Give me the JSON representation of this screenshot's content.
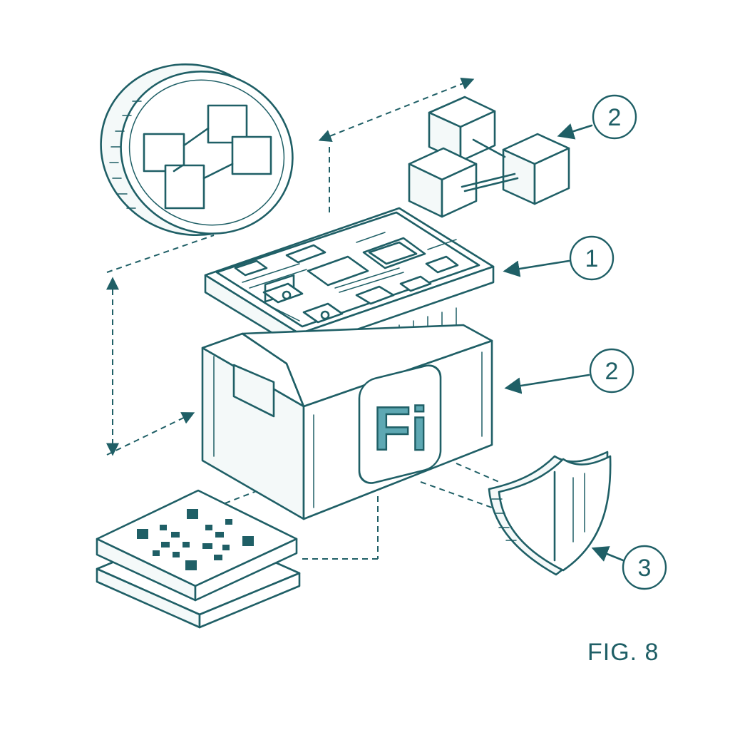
{
  "figure": {
    "caption": "FIG. 8",
    "logo_text": "Fi",
    "ink_color": "#1f5f66",
    "accent_color": "#5ea8b3"
  },
  "callouts": [
    {
      "id": "callout-1",
      "label": "1",
      "points_to": "circuit-board-module"
    },
    {
      "id": "callout-2-top",
      "label": "2",
      "points_to": "linked-blocks"
    },
    {
      "id": "callout-2-mid",
      "label": "2",
      "points_to": "housing-box"
    },
    {
      "id": "callout-3",
      "label": "3",
      "points_to": "security-shield"
    }
  ],
  "icons": [
    "coin-icon",
    "network-blocks-icon",
    "chain-cubes-icon",
    "circuit-board-icon",
    "housing-box-icon",
    "qr-chip-icon",
    "shield-icon"
  ]
}
